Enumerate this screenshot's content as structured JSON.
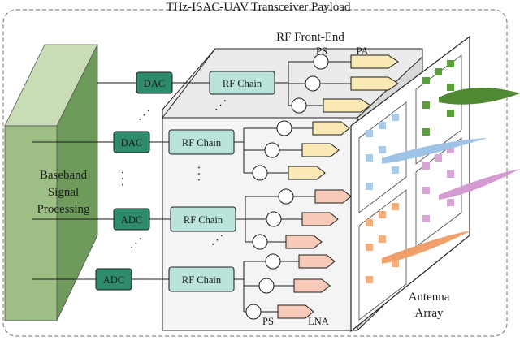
{
  "title": "THz-ISAC-UAV Transceiver Payload",
  "rf_front_end_label": "RF Front-End",
  "baseband": {
    "lines": [
      "Baseband",
      "Signal",
      "Processing"
    ]
  },
  "converters": {
    "back_dac": "DAC",
    "dac": "DAC",
    "adc_1": "ADC",
    "adc_2": "ADC"
  },
  "rf_chain_label": "RF Chain",
  "annotations": {
    "ps_top": "PS",
    "pa": "PA",
    "ps_bottom": "PS",
    "lna": "LNA"
  },
  "antenna": {
    "lines": [
      "Antenna",
      "Array"
    ]
  },
  "colors": {
    "baseband_front": "#9dbf86",
    "baseband_side": "#6e9a5c",
    "converter_fill": "#2e8b6e",
    "rf_chain_fill": "#b9e3db",
    "pa_fill": "#fbe9b5",
    "lna_fill": "#f6c9b8",
    "element_green": "#5a9e3c",
    "element_blue": "#a9cbe8",
    "element_pink": "#d8a6d6",
    "element_orange": "#f3b07c"
  }
}
